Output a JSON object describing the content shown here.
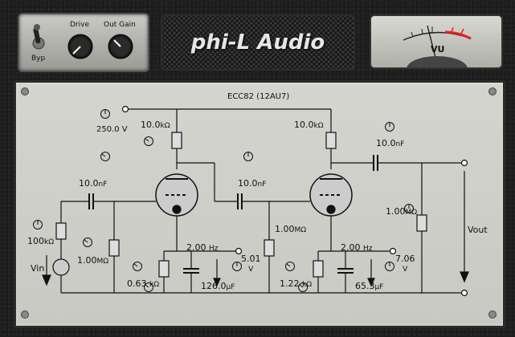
{
  "brand": {
    "logo": "phi-L Audio"
  },
  "controls": {
    "bypass_label": "Byp",
    "drive_label": "Drive",
    "out_gain_label": "Out Gain"
  },
  "vu": {
    "label": "VU"
  },
  "circuit": {
    "tube_title": "ECC82 (12AU7)",
    "supply": "250.0 V",
    "stage1": {
      "plate_res": "10.0",
      "plate_res_unit": "kΩ",
      "coupling_cap": "10.0",
      "coupling_cap_unit": "nF",
      "grid_res": "1.00",
      "grid_res_unit": "MΩ",
      "freq": "2.00",
      "freq_unit": "Hz",
      "cathode_res": "0.63",
      "cathode_res_unit": "kΩ",
      "cathode_cap": "126.0",
      "cathode_cap_unit": "µF",
      "cathode_v": "5.01",
      "cathode_v_unit": "V"
    },
    "interstage_cap": "10.0",
    "interstage_cap_unit": "nF",
    "stage2": {
      "plate_res": "10.0",
      "plate_res_unit": "kΩ",
      "output_cap": "10.0",
      "output_cap_unit": "nF",
      "grid_res": "1.00",
      "grid_res_unit": "MΩ",
      "freq": "2.00",
      "freq_unit": "Hz",
      "cathode_res": "1.22",
      "cathode_res_unit": "kΩ",
      "cathode_cap": "65.3",
      "cathode_cap_unit": "µF",
      "cathode_v": "7.06",
      "cathode_v_unit": "V"
    },
    "input_res": "100",
    "input_res_unit": "kΩ",
    "load_res": "1.00",
    "load_res_unit": "MΩ",
    "vin": "Vin",
    "vout": "Vout"
  }
}
